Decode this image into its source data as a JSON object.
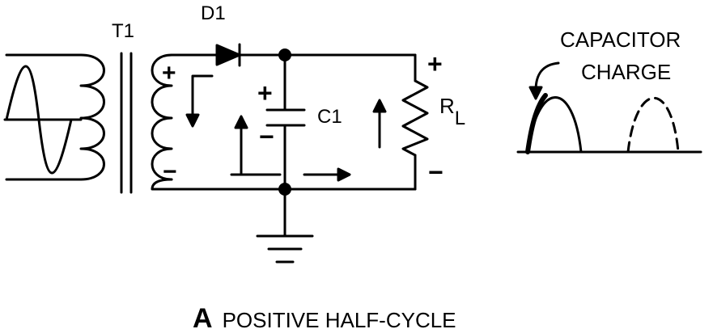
{
  "labels": {
    "transformer": "T1",
    "diode": "D1",
    "capacitor": "C1",
    "load_r": "R",
    "load_sub": "L",
    "primary_plus": "+",
    "secondary_plus": "+",
    "secondary_minus": "−",
    "cap_plus": "+",
    "cap_minus": "−",
    "load_plus": "+",
    "load_minus": "−",
    "annotation_line1": "CAPACITOR",
    "annotation_line2": "CHARGE"
  },
  "caption": {
    "letter": "A",
    "text": "POSITIVE HALF-CYCLE"
  },
  "colors": {
    "ink": "#000000",
    "background": "#ffffff"
  }
}
